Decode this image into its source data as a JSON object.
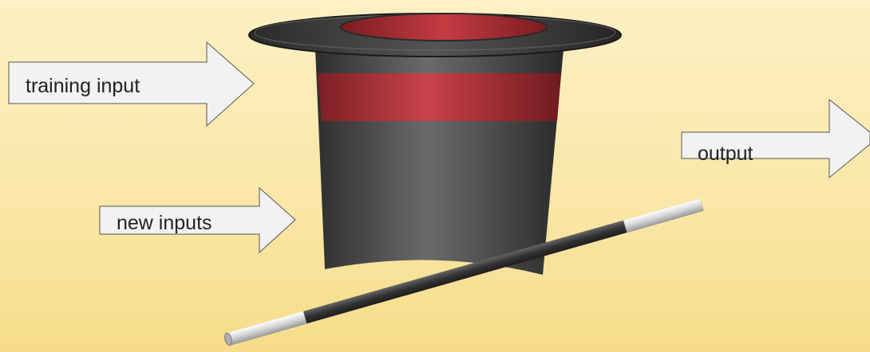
{
  "diagram": {
    "labels": {
      "training_input": "training input",
      "new_inputs": "new inputs",
      "output": "output"
    },
    "icons": {
      "hat": "magic-top-hat",
      "wand": "magic-wand"
    },
    "colors": {
      "background": "#fae7a8",
      "arrow_fill": "#f2f2f2",
      "arrow_stroke": "#555555",
      "hat_body": "#4a4a4a",
      "hat_band": "#b5343a",
      "hat_lining": "#c03a40",
      "label_text": "#222222"
    }
  }
}
